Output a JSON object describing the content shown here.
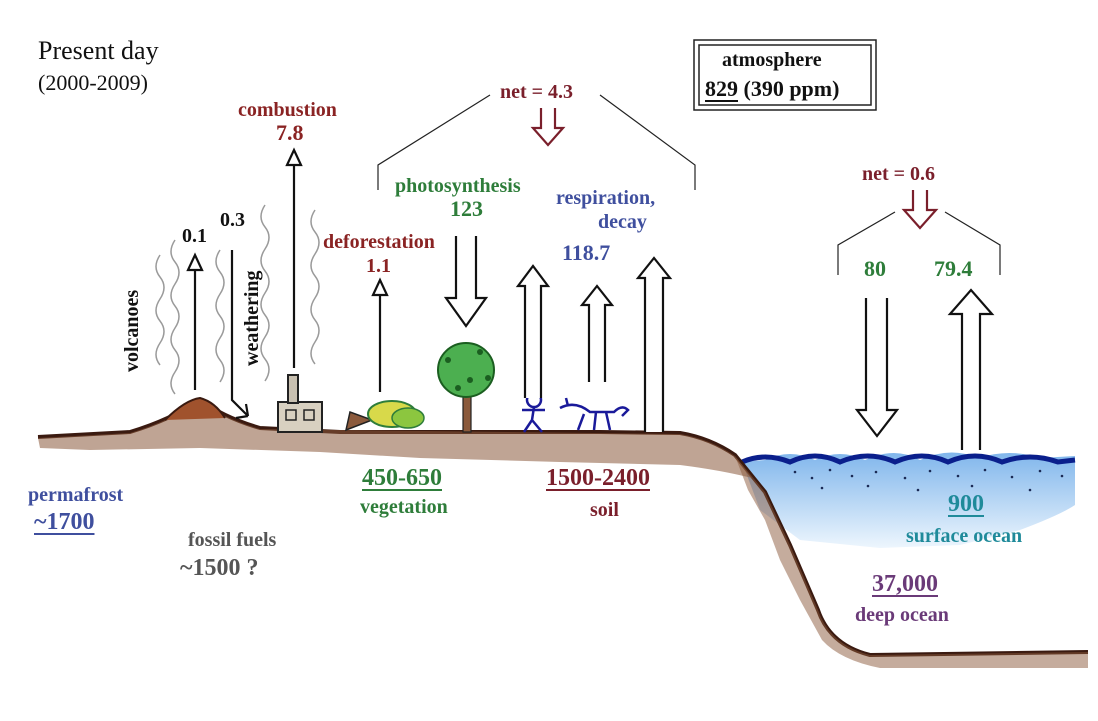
{
  "title": "Present day",
  "period": "(2000-2009)",
  "atmosphere": {
    "label": "atmosphere",
    "value": "829",
    "ppm": "(390 ppm)"
  },
  "land_net": "net = 4.3",
  "ocean_net": "net = 0.6",
  "fluxes": {
    "volcanoes_label": "volcanoes",
    "volcanoes_value": "0.1",
    "weathering_label": "weathering",
    "weathering_value": "0.3",
    "combustion_label": "combustion",
    "combustion_value": "7.8",
    "deforestation_label": "deforestation",
    "deforestation_value": "1.1",
    "photosynthesis_label": "photosynthesis",
    "photosynthesis_value": "123",
    "respiration_label_1": "respiration,",
    "respiration_label_2": "decay",
    "respiration_value": "118.7",
    "ocean_down_value": "80",
    "ocean_up_value": "79.4"
  },
  "reservoirs": {
    "vegetation_value": "450-650",
    "vegetation_label": "vegetation",
    "soil_value": "1500-2400",
    "soil_label": "soil",
    "permafrost_label": "permafrost",
    "permafrost_value": "~1700",
    "fossil_label": "fossil fuels",
    "fossil_value": "~1500 ?",
    "surface_ocean_value": "900",
    "surface_ocean_label": "surface ocean",
    "deep_ocean_value": "37,000",
    "deep_ocean_label": "deep ocean"
  },
  "colors": {
    "flux_red": "#8a2323",
    "vegetation_green": "#2e7d3a",
    "respiration_blue": "#3f4f9e",
    "ocean_teal": "#1f8a9a",
    "deep_purple": "#6a3a78",
    "ground_brown": "#8b5a3c"
  }
}
